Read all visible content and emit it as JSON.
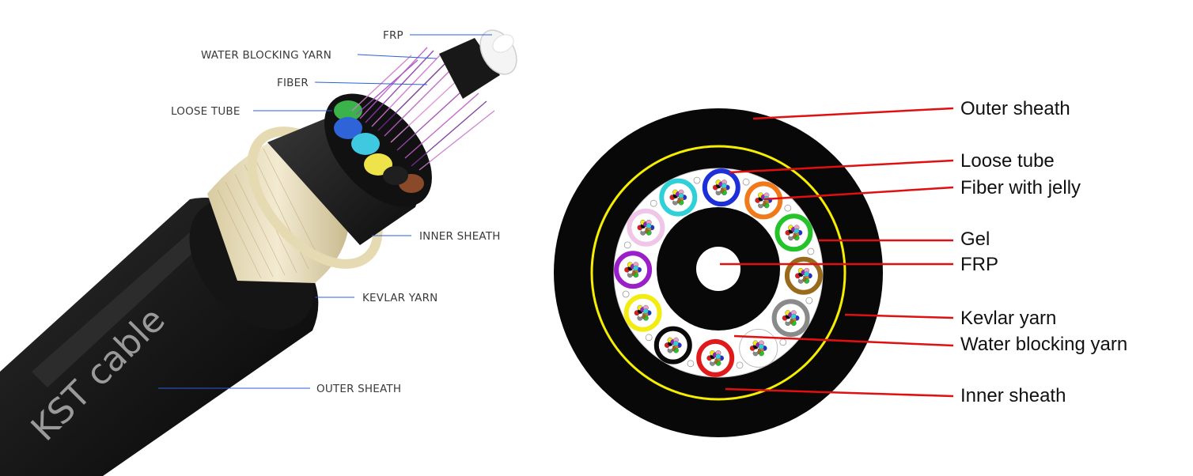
{
  "brand_text": "KST cable",
  "left_labels": {
    "frp": "FRP",
    "water_blocking_yarn": "WATER BLOCKING YARN",
    "fiber": "FIBER",
    "loose_tube": "LOOSE TUBE",
    "inner_sheath": "INNER SHEATH",
    "kevlar_yarn": "KEVLAR YARN",
    "outer_sheath": "OUTER SHEATH"
  },
  "right_labels": {
    "outer_sheath": "Outer sheath",
    "loose_tube": "Loose tube",
    "fiber_with_jelly": "Fiber with jelly",
    "gel": "Gel",
    "frp": "FRP",
    "kevlar_yarn": "Kevlar yarn",
    "water_blocking_yarn": "Water blocking yarn",
    "inner_sheath": "Inner sheath"
  },
  "colors": {
    "left_leader_line": "#2b5fd9",
    "right_leader_line": "#e01010",
    "sheath": "#0a0a0a",
    "kevlar_ring": "#f5ee00",
    "kevlar_fiber": "#e9dfbf"
  },
  "loose_tube_colors": [
    "blue",
    "orange",
    "green",
    "brown",
    "grey",
    "white",
    "red",
    "black",
    "yellow",
    "purple",
    "pink",
    "cyan"
  ]
}
